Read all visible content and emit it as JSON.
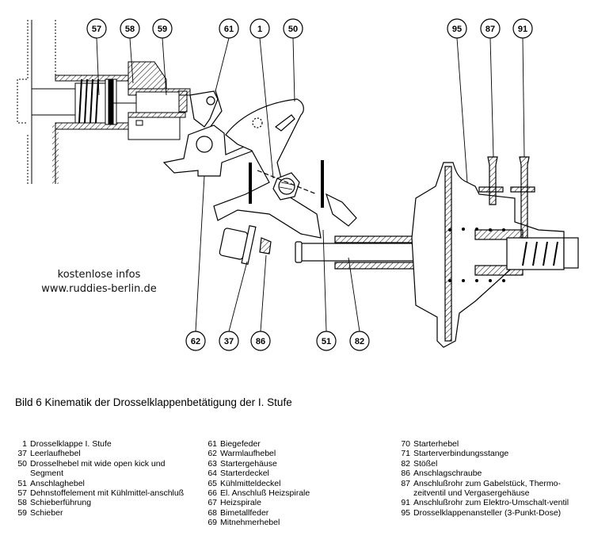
{
  "watermark": {
    "line1": "kostenlose infos",
    "line2": "www.ruddies-berlin.de"
  },
  "caption": "Bild 6 Kinematik der Drosselklappenbetätigung der I. Stufe",
  "callouts": {
    "top": [
      "57",
      "58",
      "59",
      "61",
      "1",
      "50",
      "95",
      "87",
      "91"
    ],
    "bottom": [
      "62",
      "37",
      "86",
      "51",
      "82"
    ]
  },
  "legend": {
    "columns": [
      [
        {
          "num": "1",
          "text": "Drosselklappe I. Stufe"
        },
        {
          "num": "37",
          "text": "Leerlaufhebel"
        },
        {
          "num": "50",
          "text": "Drosselhebel mit wide open kick und Segment"
        },
        {
          "num": "51",
          "text": "Anschlaghebel"
        },
        {
          "num": "57",
          "text": "Dehnstoffelement mit Kühlmittel-anschluß"
        },
        {
          "num": "58",
          "text": "Schieberführung"
        },
        {
          "num": "59",
          "text": "Schieber"
        }
      ],
      [
        {
          "num": "61",
          "text": "Biegefeder"
        },
        {
          "num": "62",
          "text": "Warmlaufhebel"
        },
        {
          "num": "63",
          "text": "Startergehäuse"
        },
        {
          "num": "64",
          "text": "Starterdeckel"
        },
        {
          "num": "65",
          "text": "Kühlmitteldeckel"
        },
        {
          "num": "66",
          "text": "El. Anschluß Heizspirale"
        },
        {
          "num": "67",
          "text": "Heizspirale"
        },
        {
          "num": "68",
          "text": "Bimetallfeder"
        },
        {
          "num": "69",
          "text": "Mitnehmerhebel"
        }
      ],
      [
        {
          "num": "70",
          "text": "Starterhebel"
        },
        {
          "num": "71",
          "text": "Starterverbindungsstange"
        },
        {
          "num": "82",
          "text": "Stößel"
        },
        {
          "num": "86",
          "text": "Anschlagschraube"
        },
        {
          "num": "87",
          "text": "Anschlußrohr zum Gabelstück, Thermo-zeitventil und Vergasergehäuse"
        },
        {
          "num": "91",
          "text": "Anschlußrohr zum Elektro-Umschalt-ventil"
        },
        {
          "num": "95",
          "text": "Drosselklappenansteller (3-Punkt-Dose)"
        }
      ]
    ]
  }
}
